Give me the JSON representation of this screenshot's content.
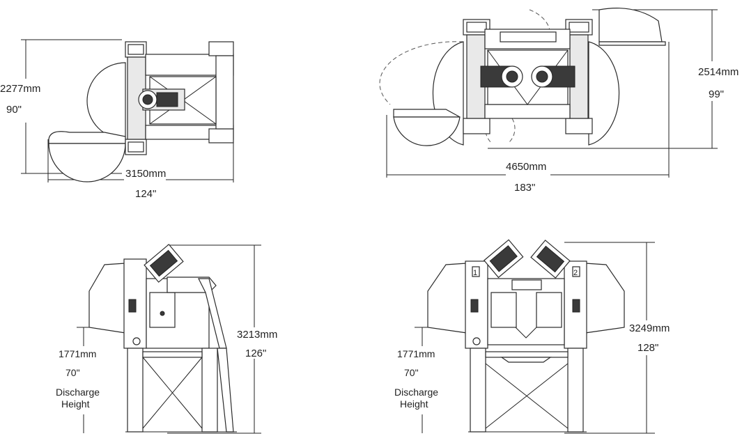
{
  "views": {
    "top_single": {
      "height_mm": "2277mm",
      "height_in": "90\"",
      "width_mm": "3150mm",
      "width_in": "124\""
    },
    "top_double": {
      "height_mm": "2514mm",
      "height_in": "99\"",
      "width_mm": "4650mm",
      "width_in": "183\""
    },
    "side_single": {
      "height_mm": "3213mm",
      "height_in": "126\"",
      "discharge_mm": "1771mm",
      "discharge_in": "70\"",
      "discharge_label_1": "Discharge",
      "discharge_label_2": "Height"
    },
    "side_double": {
      "height_mm": "3249mm",
      "height_in": "128\"",
      "discharge_mm": "1771mm",
      "discharge_in": "70\"",
      "discharge_label_1": "Discharge",
      "discharge_label_2": "Height",
      "badge_left": "1",
      "badge_right": "2"
    }
  },
  "colors": {
    "line": "#222222",
    "fill": "#ffffff",
    "dark": "#3a3a3a"
  }
}
